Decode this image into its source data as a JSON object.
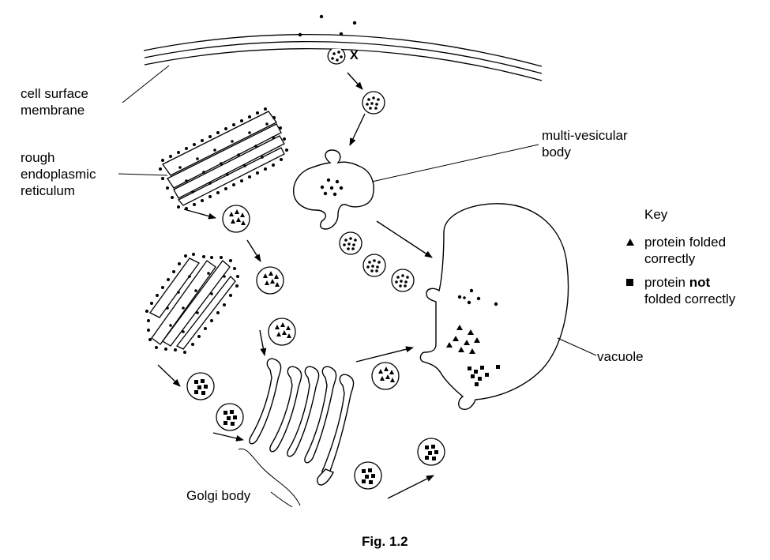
{
  "labels": {
    "x_marker": "X",
    "cell_surface_membrane": [
      "cell surface",
      "membrane"
    ],
    "rough_er": [
      "rough",
      "endoplasmic",
      "reticulum"
    ],
    "multi_vesicular_body": [
      "multi-vesicular",
      "body"
    ],
    "vacuole": "vacuole",
    "golgi_body": "Golgi body"
  },
  "key": {
    "title": "Key",
    "folded_line1": "protein folded",
    "folded_line2": "correctly",
    "not_folded_pre": "protein ",
    "not_folded_bold": "not",
    "not_folded_line2": "folded correctly",
    "folded_symbol": "triangle",
    "not_folded_symbol": "square"
  },
  "caption": "Fig. 1.2"
}
